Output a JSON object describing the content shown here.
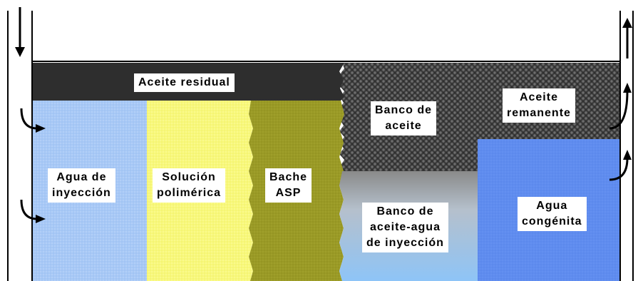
{
  "title": "",
  "zones": {
    "residual_oil": "Aceite residual",
    "oil_bank": "Banco de\naceite",
    "remaining_oil": "Aceite\nremanente",
    "injection_water": "Agua de\ninyección",
    "polymer_solution": "Solución\npolimérica",
    "asp_slug": "Bache\nASP",
    "oil_water_bank": "Banco de\naceite-agua\nde inyección",
    "connate_water": "Agua\ncongénita"
  },
  "colors": {
    "residual_oil": "#2e2e2e",
    "oil_bank": "#3a3a3a",
    "injection_water": "#9ec2f5",
    "polymer_solution": "#f8f87a",
    "asp_slug": "#9a9a26",
    "oil_water_bank_top": "#8a8a8a",
    "oil_water_bank_bottom": "#8ec4f7",
    "connate_water": "#5f8cef"
  },
  "icons": {
    "injection_arrow": "down-arrow-icon",
    "production_arrow": "up-arrow-icon",
    "inflow_arrows": "curved-arrow-right-icon",
    "outflow_arrows": "curved-arrow-up-icon"
  }
}
